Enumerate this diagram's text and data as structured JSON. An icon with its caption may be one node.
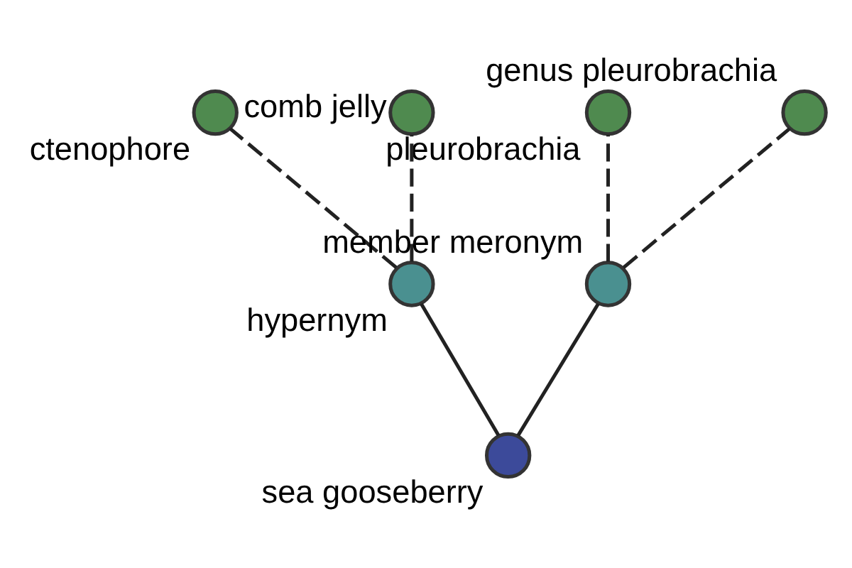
{
  "diagram": {
    "nodes": [
      {
        "text": [],
        "shape": "circle",
        "beside": [
          "ctenophore"
        ]
      },
      {
        "text": [],
        "shape": "circle",
        "beside": [
          "pleurobrachia"
        ]
      },
      {
        "text": [],
        "shape": "circle",
        "beside": [
          "comb jelly"
        ]
      },
      {
        "text": [],
        "shape": "circle",
        "beside": [
          "genus pleurobrachia"
        ]
      },
      {
        "text": [],
        "shape": "circle",
        "beside": [
          "hypernym"
        ]
      },
      {
        "text": [],
        "shape": "circle",
        "beside": [
          "member meronym"
        ]
      },
      {
        "text": [],
        "shape": "circle",
        "beside": [
          "sea gooseberry"
        ]
      }
    ],
    "edges": [
      {
        "from": 6,
        "to": 5,
        "arrow": "none"
      },
      {
        "from": 6,
        "to": 4,
        "arrow": "none"
      },
      {
        "from": 5,
        "to": 3,
        "arrow": "none",
        "style": "dashed"
      },
      {
        "from": 5,
        "to": 1,
        "arrow": "none",
        "style": "dashed"
      },
      {
        "from": 4,
        "to": 2,
        "arrow": "none",
        "style": "dashed"
      },
      {
        "from": 4,
        "to": 0,
        "arrow": "none",
        "style": "dashed"
      }
    ]
  }
}
